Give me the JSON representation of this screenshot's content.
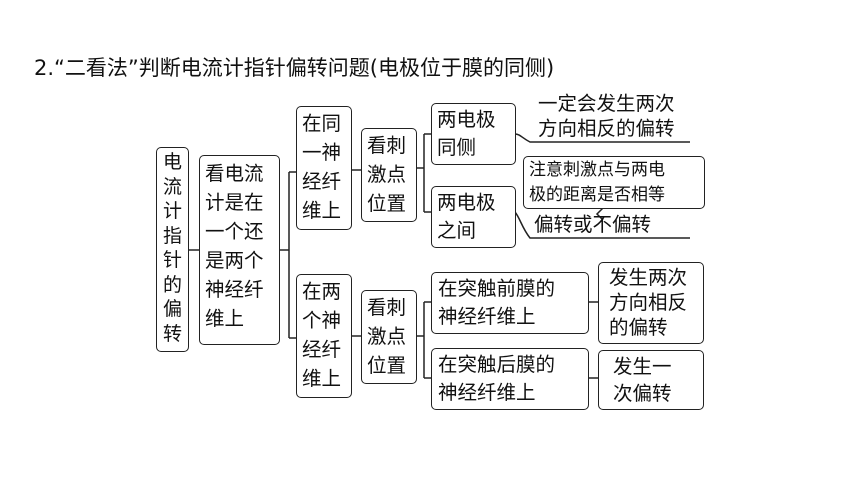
{
  "title": "2.“二看法”判断电流计指针偏转问题(电极位于膜的同侧)",
  "root": [
    "电",
    "流",
    "计",
    "指",
    "针",
    "的",
    "偏",
    "转"
  ],
  "level1": [
    "看电流",
    "计是在",
    "一个还",
    "是两个",
    "神经纤",
    "维上"
  ],
  "same_fiber": [
    "在同",
    "一神",
    "经纤",
    "维上"
  ],
  "diff_fiber": [
    "在两",
    "个神",
    "经纤",
    "维上"
  ],
  "look_point_a": [
    "看刺",
    "激点",
    "位置"
  ],
  "look_point_b": [
    "看刺",
    "激点",
    "位置"
  ],
  "both_same_side": [
    "两电极",
    "同侧"
  ],
  "both_between": [
    "两电极",
    "之间"
  ],
  "result_same_side": [
    "一定会发生两次",
    "方向相反的偏转"
  ],
  "note_distance": [
    "注意刺激点与两电",
    "极的距离是否相等"
  ],
  "result_between": "偏转或不偏转",
  "pre_membrane": [
    "在突触前膜的",
    "神经纤维上"
  ],
  "post_membrane": [
    "在突触后膜的",
    "神经纤维上"
  ],
  "result_pre": [
    "发生两次",
    "方向相反",
    "的偏转"
  ],
  "result_post": [
    "发生一",
    "次偏转"
  ]
}
